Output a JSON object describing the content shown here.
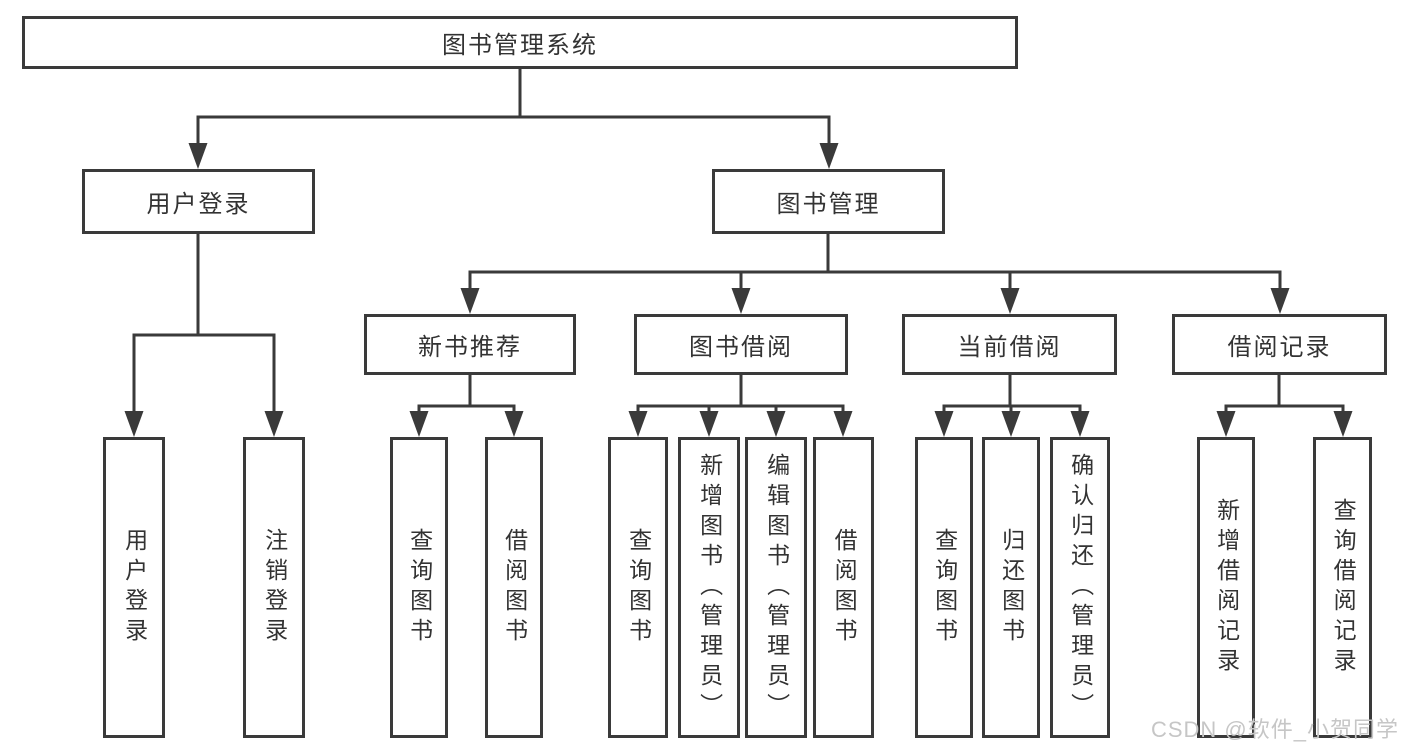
{
  "colors": {
    "line": "#3a3a3a",
    "box_border": "#3a3a3a",
    "box_fill": "#ffffff",
    "text": "#333333",
    "background": "#ffffff",
    "watermark": "#c6c6c6"
  },
  "watermark": {
    "text": "CSDN @软件_小贺同学"
  },
  "nodes": {
    "root": {
      "label": "图书管理系统"
    },
    "user_login": {
      "label": "用户登录"
    },
    "book_mgmt": {
      "label": "图书管理"
    },
    "new_book_rec": {
      "label": "新书推荐"
    },
    "book_borrow": {
      "label": "图书借阅"
    },
    "current_borrow": {
      "label": "当前借阅"
    },
    "borrow_record": {
      "label": "借阅记录"
    },
    "ul_user_login": {
      "label": "用户登录"
    },
    "ul_logout": {
      "label": "注销登录"
    },
    "nb_query": {
      "label": "查询图书"
    },
    "nb_borrow": {
      "label": "借阅图书"
    },
    "bb_query": {
      "label": "查询图书"
    },
    "bb_add": {
      "label": "新增图书（管理员）"
    },
    "bb_edit": {
      "label": "编辑图书（管理员）"
    },
    "bb_borrow": {
      "label": "借阅图书"
    },
    "cb_query": {
      "label": "查询图书"
    },
    "cb_return": {
      "label": "归还图书"
    },
    "cb_confirm": {
      "label": "确认归还（管理员）"
    },
    "br_add": {
      "label": "新增借阅记录"
    },
    "br_query": {
      "label": "查询借阅记录"
    }
  }
}
